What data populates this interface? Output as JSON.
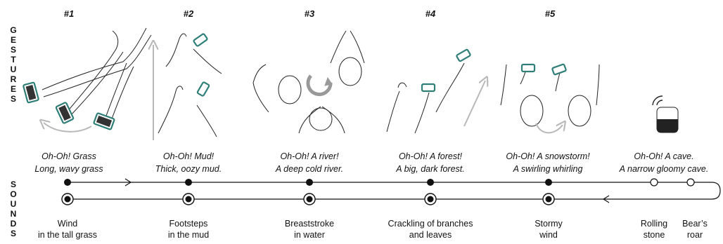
{
  "side_labels": {
    "gestures": [
      "G",
      "E",
      "S",
      "T",
      "U",
      "R",
      "E",
      "S"
    ],
    "sounds": [
      "S",
      "O",
      "U",
      "N",
      "D",
      "S"
    ]
  },
  "scenes": [
    {
      "number": "#1",
      "quote_line1": "Oh-Oh! Grass",
      "quote_line2": "Long, wavy grass",
      "sound_line1": "Wind",
      "sound_line2": "in the tall grass"
    },
    {
      "number": "#2",
      "quote_line1": "Oh-Oh! Mud!",
      "quote_line2": "Thick, oozy mud.",
      "sound_line1": "Footsteps",
      "sound_line2": "in the mud"
    },
    {
      "number": "#3",
      "quote_line1": "Oh-Oh! A river!",
      "quote_line2": "A deep cold river.",
      "sound_line1": "Breaststroke",
      "sound_line2": "in water"
    },
    {
      "number": "#4",
      "quote_line1": "Oh-Oh! A forest!",
      "quote_line2": "A big, dark forest.",
      "sound_line1": "Crackling of branches",
      "sound_line2": "and leaves"
    },
    {
      "number": "#5",
      "quote_line1": "Oh-Oh! A snowstorm!",
      "quote_line2": "A swirling whirling",
      "sound_line1": "Stormy",
      "sound_line2": "wind"
    }
  ],
  "cave": {
    "quote_line1": "Oh-Oh! A cave.",
    "quote_line2": "A narrow gloomy cave.",
    "sound_a_line1": "Rolling",
    "sound_a_line2": "stone",
    "sound_b_line1": "Bear’s",
    "sound_b_line2": "roar"
  },
  "colors": {
    "ink": "#111111",
    "device": "#2f7f78",
    "arrow_gray": "#b8b8b8"
  }
}
